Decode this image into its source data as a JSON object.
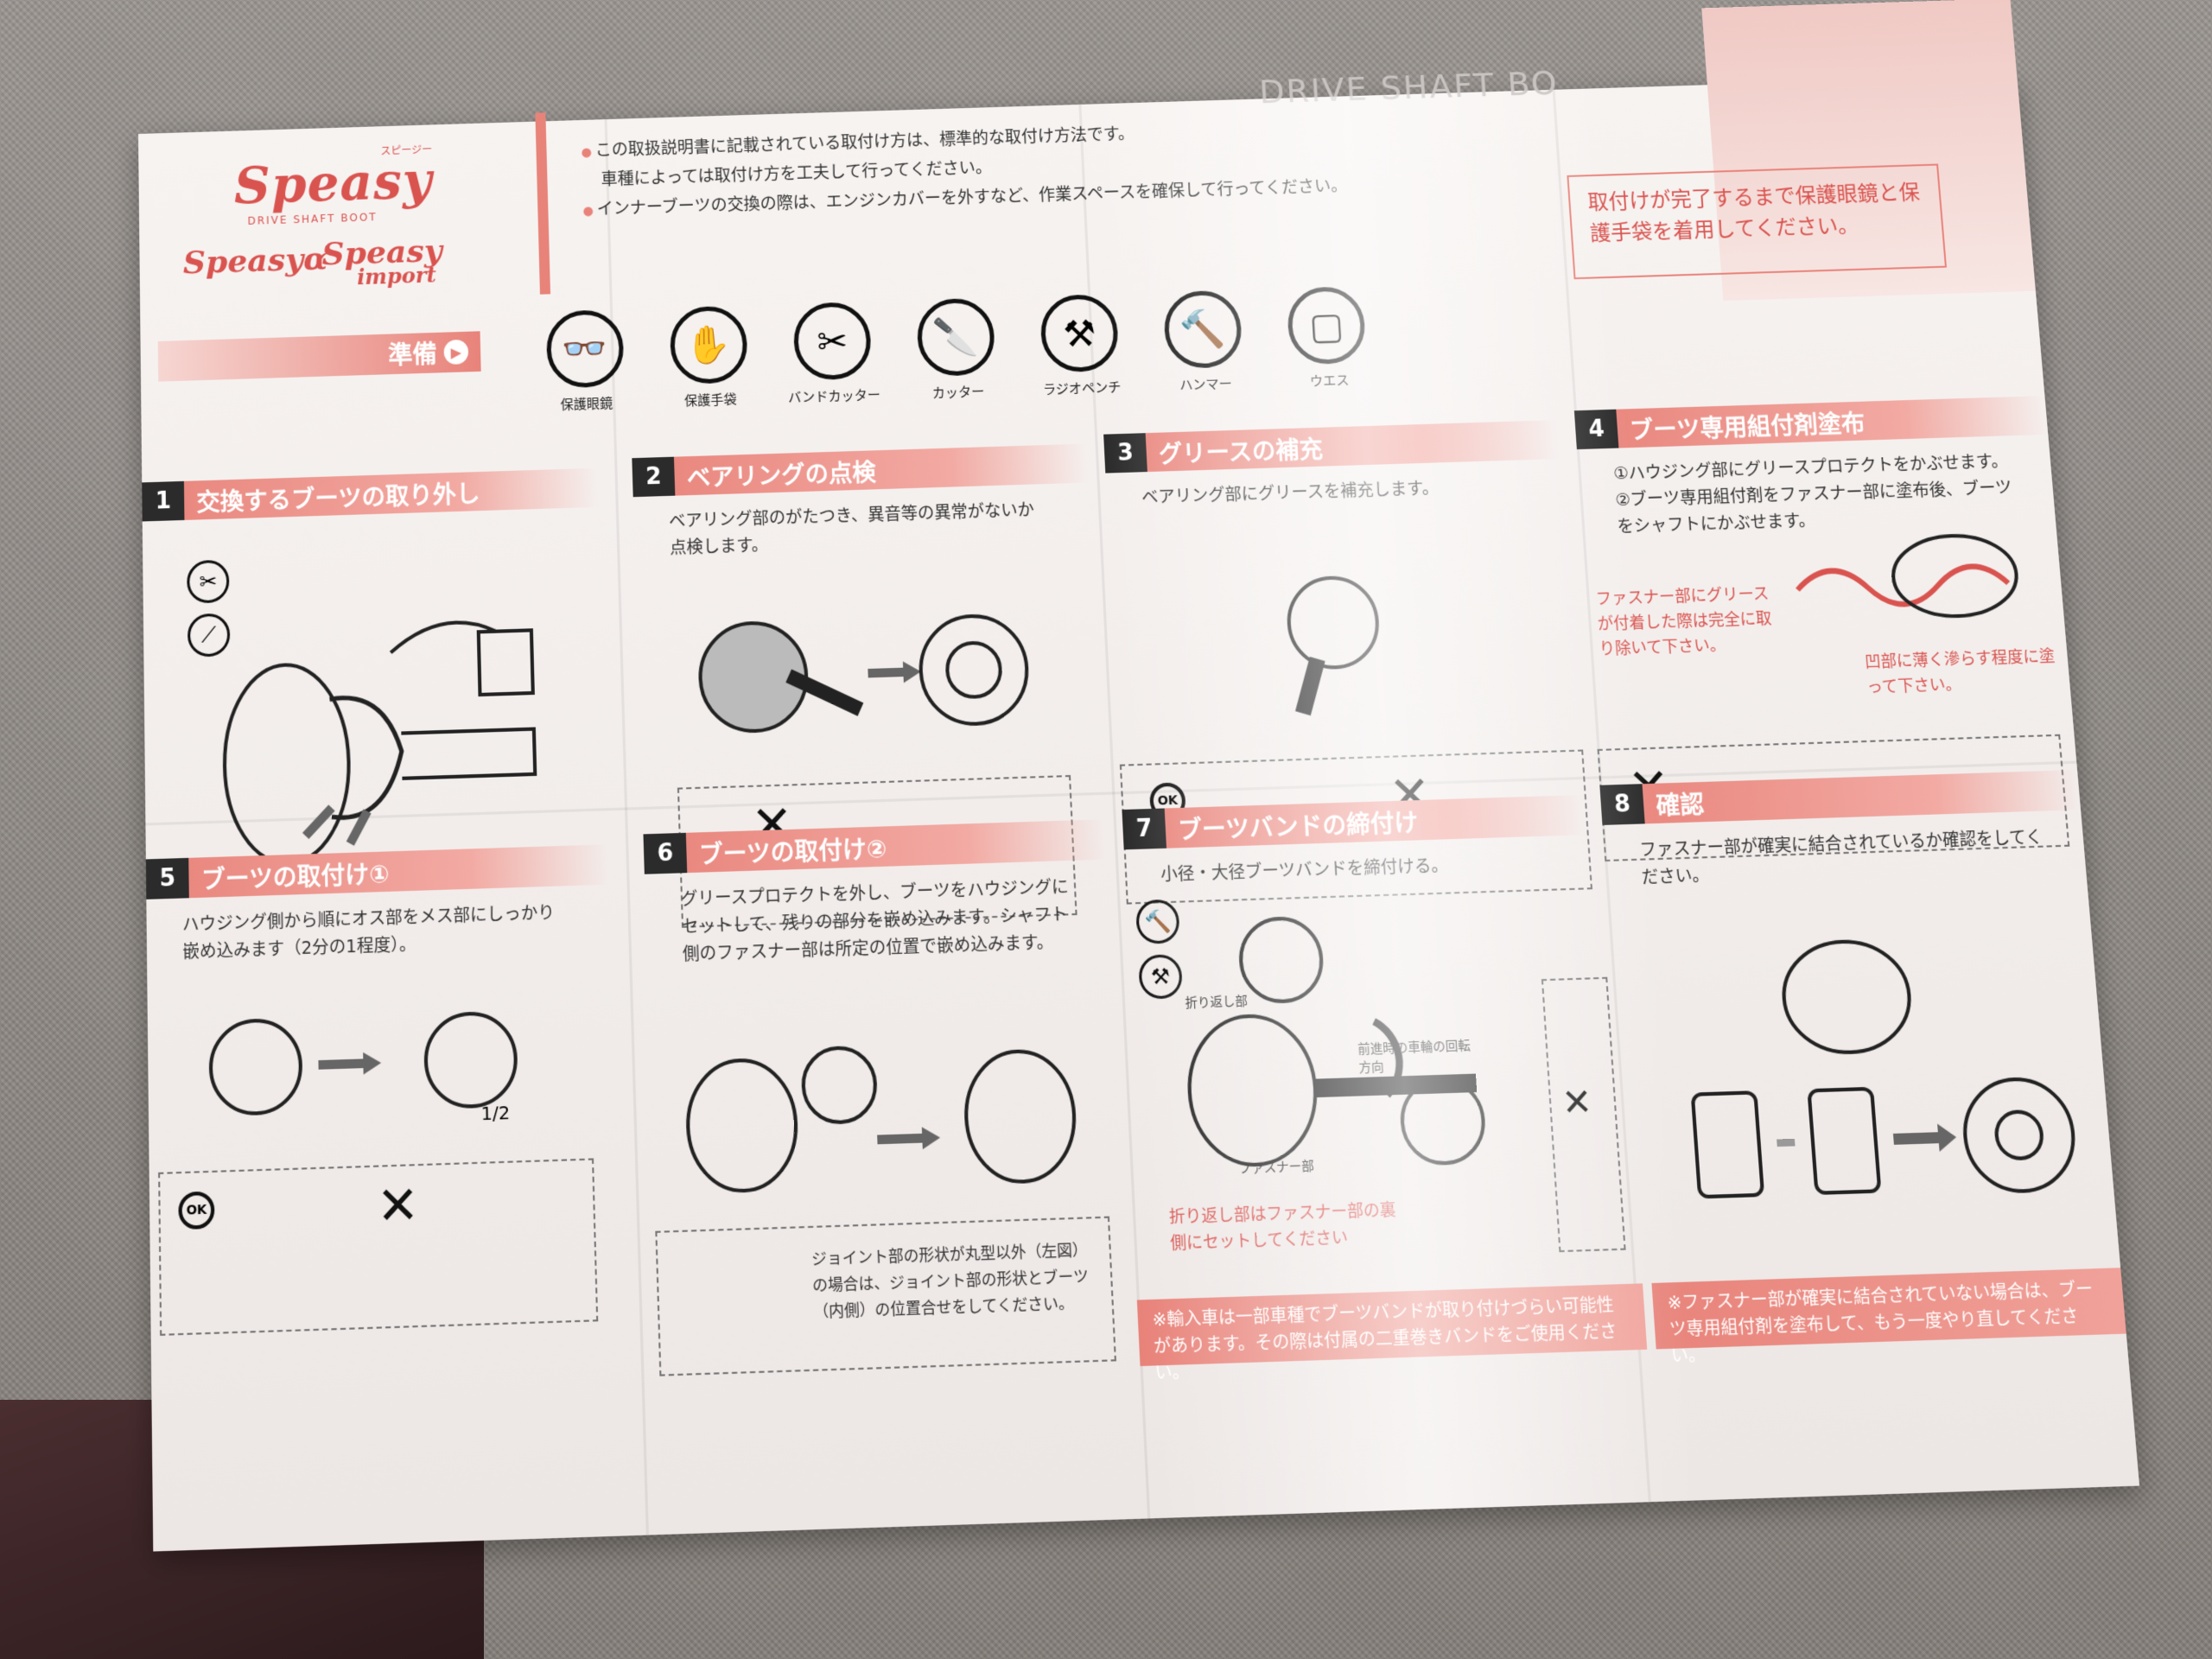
{
  "brand": {
    "logo": "Speasy",
    "kana": "スピージー",
    "sub": "DRIVE SHAFT BOOT",
    "alpha": "Speasyα",
    "import_logo": "Speasy",
    "import_word": "import"
  },
  "prep_label": "準備",
  "notes": [
    "この取扱説明書に記載されている取付け方は、標準的な取付け方法です。",
    "車種によっては取付け方を工夫して行ってください。",
    "インナーブーツの交換の際は、エンジンカバーを外すなど、作業スペースを確保して行ってください。"
  ],
  "ds_title": "DRIVE SHAFT BO",
  "warning": "取付けが完了するまで保護眼鏡と保護手袋を着用してください。",
  "tools": [
    {
      "label": "保護眼鏡",
      "icon": "goggles-icon",
      "glyph": "👓"
    },
    {
      "label": "保護手袋",
      "icon": "glove-icon",
      "glyph": "✋"
    },
    {
      "label": "バンドカッター",
      "icon": "band-cutter-icon",
      "glyph": "✂"
    },
    {
      "label": "カッター",
      "icon": "cutter-icon",
      "glyph": "🔪"
    },
    {
      "label": "ラジオペンチ",
      "icon": "pliers-icon",
      "glyph": "⚒"
    },
    {
      "label": "ハンマー",
      "icon": "hammer-icon",
      "glyph": "🔨"
    },
    {
      "label": "ウエス",
      "icon": "cloth-icon",
      "glyph": "▢"
    }
  ],
  "steps": [
    {
      "num": "1",
      "title": "交換するブーツの取り外し",
      "desc": ""
    },
    {
      "num": "2",
      "title": "ベアリングの点検",
      "desc": "ベアリング部のがたつき、異音等の異常がないか点検します。"
    },
    {
      "num": "3",
      "title": "グリースの補充",
      "desc": "ベアリング部にグリースを補充します。"
    },
    {
      "num": "4",
      "title": "ブーツ専用組付剤塗布",
      "desc": "①ハウジング部にグリースプロテクトをかぶせます。②ブーツ専用組付剤をファスナー部に塗布後、ブーツをシャフトにかぶせます。"
    },
    {
      "num": "5",
      "title": "ブーツの取付け①",
      "desc": "ハウジング側から順にオス部をメス部にしっかり嵌め込みます（2分の1程度）。"
    },
    {
      "num": "6",
      "title": "ブーツの取付け②",
      "desc": "グリースプロテクトを外し、ブーツをハウジングにセットして、残りの部分を嵌め込みます。シャフト側のファスナー部は所定の位置で嵌め込みます。"
    },
    {
      "num": "7",
      "title": "ブーツバンドの締付け",
      "desc": "小径・大径ブーツバンドを締付ける。"
    },
    {
      "num": "8",
      "title": "確認",
      "desc": "ファスナー部が確実に結合されているか確認をしてください。"
    }
  ],
  "step4_note1": "ファスナー部にグリースが付着した際は完全に取り除いて下さい。",
  "step4_note2": "凹部に薄く滲らす程度に塗って下さい。",
  "step6_note": "ジョイント部の形状が丸型以外（左図）の場合は、ジョイント部の形状とブーツ（内側）の位置合せをしてください。",
  "step7_labels": {
    "fold": "折り返し部",
    "rotation": "前進時の車輪の回転方向",
    "fastener": "ファスナー部",
    "fold_note": "折り返し部はファスナー部の裏側にセットしてください"
  },
  "half": "1/2",
  "ok": "OK",
  "ng": "✕",
  "bottom_note_7": "※輸入車は一部車種でブーツバンドが取り付けづらい可能性があります。その際は付属の二重巻きバンドをご使用ください。",
  "bottom_note_8": "※ファスナー部が確実に結合されていない場合は、ブーツ専用組付剤を塗布して、もう一度やり直してください。"
}
